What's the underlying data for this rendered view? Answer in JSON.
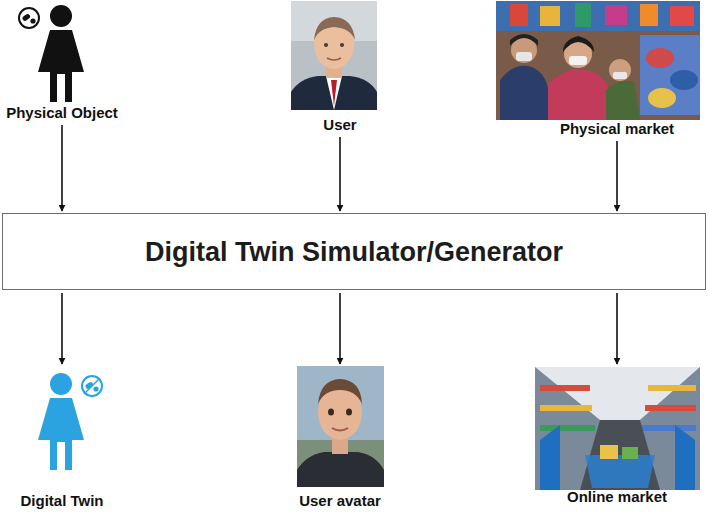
{
  "diagram": {
    "nodes": [
      {
        "text": [
          "Physical Object"
        ]
      },
      {
        "text": [
          "User"
        ]
      },
      {
        "text": [
          "Physical market"
        ]
      },
      {
        "text": [
          "Digital Twin Simulator/Generator"
        ]
      },
      {
        "text": [
          "Digital Twin"
        ]
      },
      {
        "text": [
          "User avatar"
        ]
      },
      {
        "text": [
          "Online market"
        ]
      }
    ],
    "edges": [
      {
        "from": 0,
        "to": 3,
        "arrow": "to"
      },
      {
        "from": 1,
        "to": 3,
        "arrow": "to"
      },
      {
        "from": 2,
        "to": 3,
        "arrow": "to"
      },
      {
        "from": 3,
        "to": 4,
        "arrow": "to"
      },
      {
        "from": 3,
        "to": 5,
        "arrow": "to"
      },
      {
        "from": 3,
        "to": 6,
        "arrow": "to"
      }
    ]
  }
}
